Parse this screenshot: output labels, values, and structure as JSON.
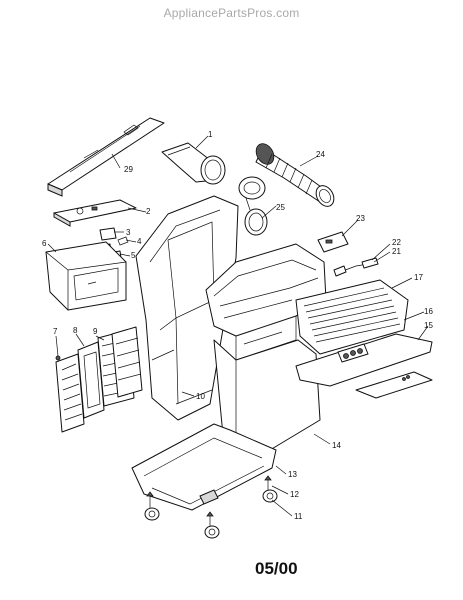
{
  "watermark": "AppliancePartsPros.com",
  "date_code": "05/00",
  "callouts": {
    "c1": "1",
    "c2": "2",
    "c3": "3",
    "c4": "4",
    "c5": "5",
    "c6": "6",
    "c7": "7",
    "c8": "8",
    "c9": "9",
    "c10": "10",
    "c11": "11",
    "c12": "12",
    "c13": "13",
    "c14": "14",
    "c15": "15",
    "c16": "16",
    "c17": "17",
    "c21": "21",
    "c22": "22",
    "c23": "23",
    "c24": "24",
    "c25": "25",
    "c29": "29"
  }
}
